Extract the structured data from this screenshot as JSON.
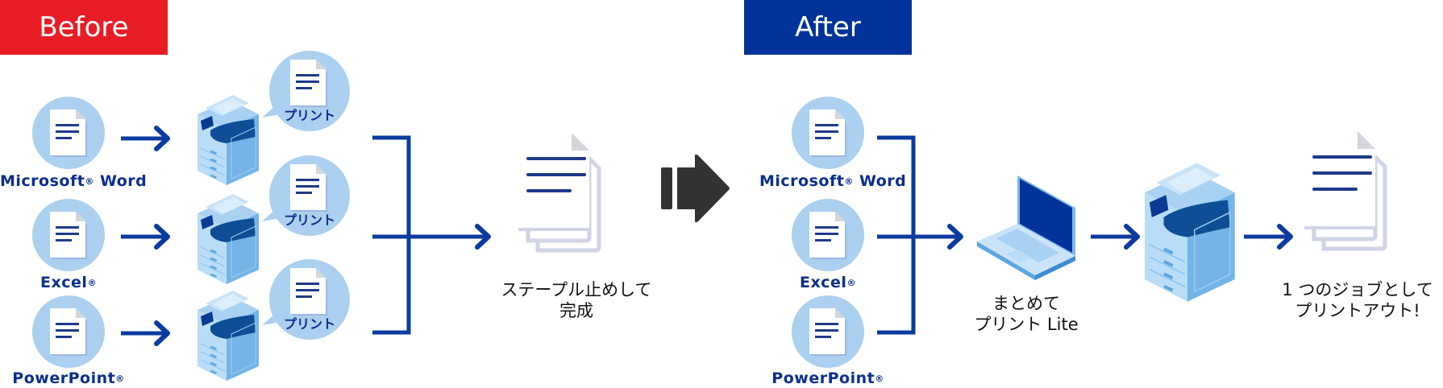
{
  "before": {
    "tag_label": "Before",
    "tag_color": "#E81C24",
    "apps": [
      {
        "name": "Microsoft",
        "reg": "®",
        "suffix": " Word"
      },
      {
        "name": "Excel",
        "reg": "®",
        "suffix": ""
      },
      {
        "name": "PowerPoint",
        "reg": "®",
        "suffix": ""
      }
    ],
    "bubble_label": "プリント",
    "result_caption_line1": "ステープル止めして",
    "result_caption_line2": "完成"
  },
  "after": {
    "tag_label": "After",
    "tag_color": "#003399",
    "apps": [
      {
        "name": "Microsoft",
        "reg": "®",
        "suffix": " Word"
      },
      {
        "name": "Excel",
        "reg": "®",
        "suffix": ""
      },
      {
        "name": "PowerPoint",
        "reg": "®",
        "suffix": ""
      }
    ],
    "laptop_caption_line1": "まとめて",
    "laptop_caption_line2": "プリント Lite",
    "result_caption_line1": "1 つのジョブとして",
    "result_caption_line2": "プリントアウト!"
  },
  "colors": {
    "arrow": "#0B3B9E",
    "circle": "#ABD0F0",
    "doc_line": "#1F3A8A",
    "transition_arrow": "#333333"
  }
}
